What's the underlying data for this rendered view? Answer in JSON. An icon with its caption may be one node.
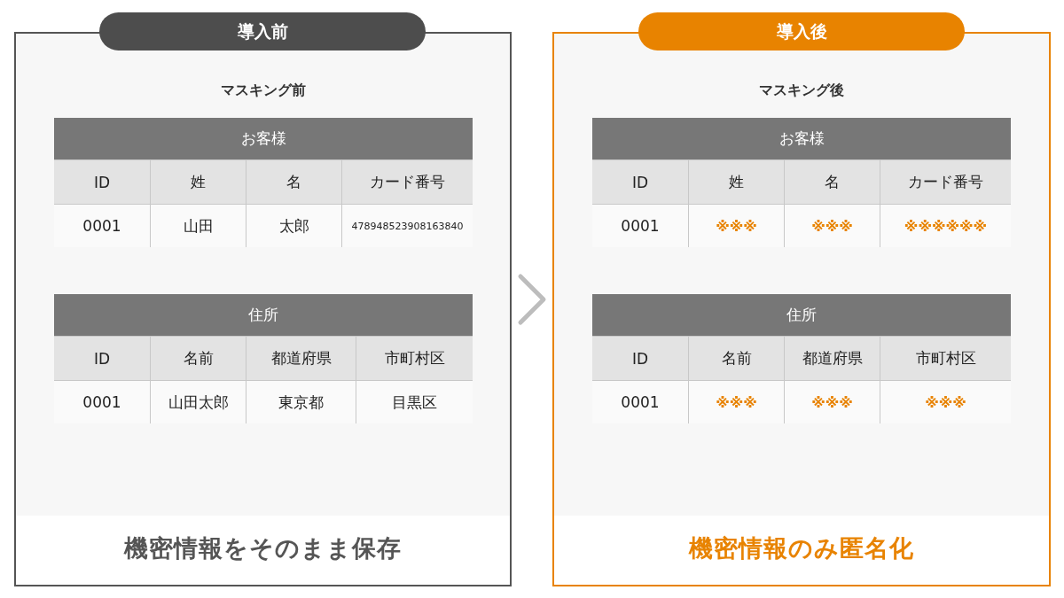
{
  "diagram": {
    "nodes": [
      {
        "text": [
          "マスキング前",
          "機密情報をそのまま保存"
        ]
      },
      {
        "text": [
          "導入前"
        ]
      },
      {
        "text": [
          "お客様",
          "ID",
          "姓",
          "名",
          "カード番号",
          "0001",
          "山田",
          "太郎",
          "478948523908163840"
        ],
        "in": 0
      },
      {
        "text": [
          "住所",
          "ID",
          "名前",
          "都道府県",
          "市町村区",
          "0001",
          "山田太郎",
          "東京都",
          "目黒区"
        ],
        "in": 0
      },
      {
        "text": [
          "マスキング後",
          "機密情報のみ匿名化"
        ]
      },
      {
        "text": [
          "導入後"
        ]
      },
      {
        "text": [
          "お客様",
          "ID",
          "姓",
          "名",
          "カード番号",
          "0001",
          "※※※",
          "※※※",
          "※※※※※※"
        ],
        "in": 4
      },
      {
        "text": [
          "住所",
          "ID",
          "名前",
          "都道府県",
          "市町村区",
          "0001",
          "※※※",
          "※※※",
          "※※※"
        ],
        "in": 4
      }
    ],
    "edges": [
      {
        "from": 0,
        "to": 4,
        "arrow": "to"
      }
    ]
  }
}
